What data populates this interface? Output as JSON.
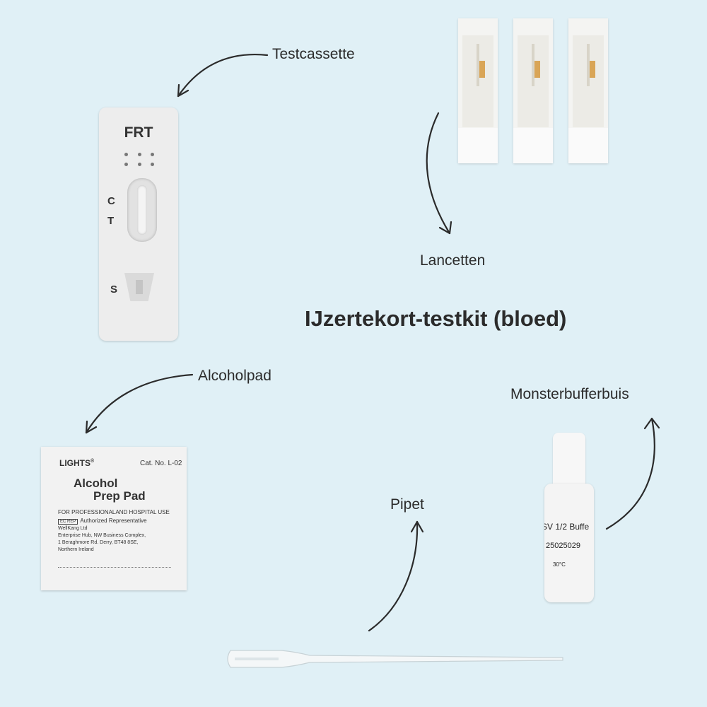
{
  "title": "IJzertekort-testkit (bloed)",
  "labels": {
    "cassette": "Testcassette",
    "lancets": "Lancetten",
    "alcohol_pad": "Alcoholpad",
    "pipette": "Pipet",
    "buffer_tube": "Monsterbufferbuis"
  },
  "cassette": {
    "brand": "FRT",
    "mark_c": "C",
    "mark_t": "T",
    "mark_s": "S"
  },
  "alcohol_pad_print": {
    "brand": "LIGHTS",
    "brand_mark": "®",
    "cat_no": "Cat. No. L-02",
    "product_line1": "Alcohol",
    "product_line2": "Prep Pad",
    "use": "FOR PROFESSIONALAND HOSPITAL USE",
    "rep": "Authorized Representative",
    "company": "WellKang Ltd",
    "address1": "Enterprise Hub, NW Business Complex,",
    "address2": "1 Beraghmore Rd. Derry, BT48 8SE,",
    "address3": "Northern Ireland"
  },
  "buffer_tube_print": {
    "line1": "SV 1/2 Buffe",
    "lot": "25025029",
    "temp": "30°C"
  },
  "colors": {
    "background": "#e0f0f6",
    "text": "#2b2b2b",
    "arrow": "#2b2b2b"
  },
  "icons": [
    "arrow-icon"
  ]
}
